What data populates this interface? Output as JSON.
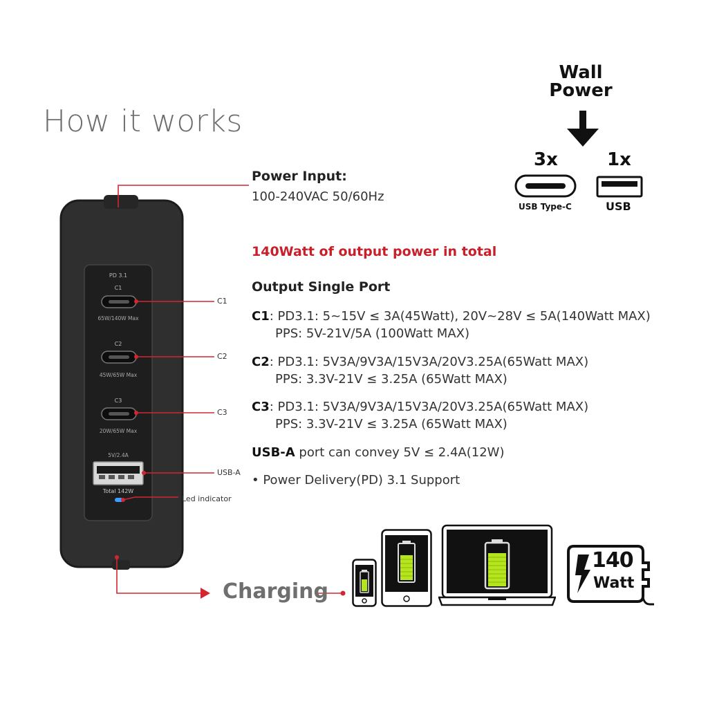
{
  "title": "How it works",
  "wall_power": {
    "label_line1": "Wall",
    "label_line2": "Power"
  },
  "ports_summary": {
    "usb_c_count": "3x",
    "usb_c_label": "USB Type-C",
    "usb_a_count": "1x",
    "usb_a_label": "USB"
  },
  "power_input": {
    "heading": "Power Input:",
    "value": "100-240VAC 50/60Hz"
  },
  "total_output": "140Watt of output power in total",
  "output_heading": "Output Single Port",
  "specs": {
    "c1": {
      "name": "C1",
      "line1": ": PD3.1: 5~15V ≤ 3A(45Watt), 20V~28V ≤ 5A(140Watt MAX)",
      "line2": "PPS: 5V-21V/5A (100Watt MAX)"
    },
    "c2": {
      "name": "C2",
      "line1": ": PD3.1: 5V3A/9V3A/15V3A/20V3.25A(65Watt MAX)",
      "line2": "PPS: 3.3V-21V ≤ 3.25A (65Watt MAX)"
    },
    "c3": {
      "name": "C3",
      "line1": ": PD3.1: 5V3A/9V3A/15V3A/20V3.25A(65Watt MAX)",
      "line2": "PPS: 3.3V-21V ≤ 3.25A (65Watt MAX)"
    },
    "usba": {
      "name": "USB-A",
      "text": " port can convey 5V ≤ 2.4A(12W)"
    },
    "pd_bullet": "• Power Delivery(PD) 3.1 Support"
  },
  "device": {
    "pd_label": "PD 3.1",
    "c1_label": "C1",
    "c1_rating": "65W/140W Max",
    "c2_label": "C2",
    "c2_rating": "45W/65W Max",
    "c3_label": "C3",
    "c3_rating": "20W/65W Max",
    "usba_rating": "5V/2.4A",
    "total": "Total 142W"
  },
  "callouts": {
    "c1": "C1",
    "c2": "C2",
    "c3": "C3",
    "usba": "USB-A",
    "led": "Led indicator"
  },
  "charging_label": "Charging",
  "badge": {
    "number": "140",
    "unit": "Watt"
  },
  "colors": {
    "accent_red": "#c8202b",
    "battery_green": "#b5e61d",
    "device_body": "#2e2e2e"
  }
}
